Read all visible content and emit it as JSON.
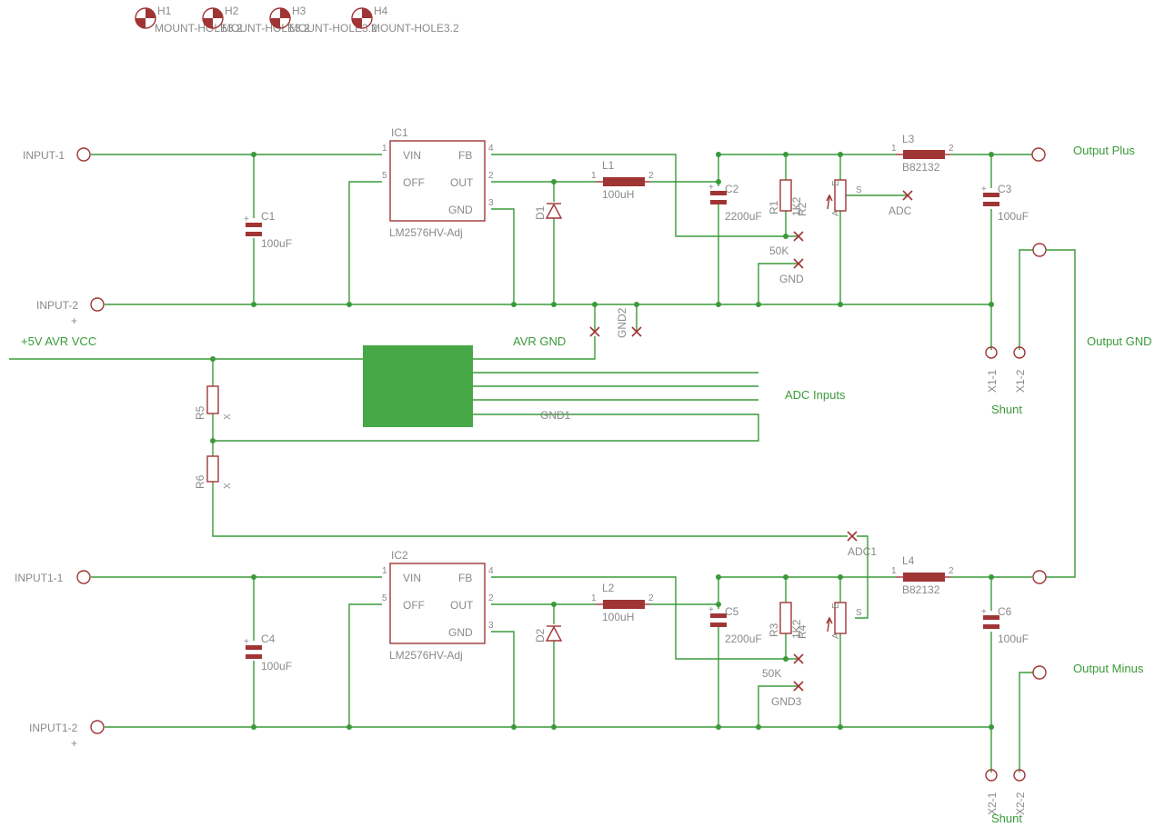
{
  "mount_holes": [
    {
      "name": "H1",
      "value": "MOUNT-HOLE3.2"
    },
    {
      "name": "H2",
      "value": "MOUNT-HOLE3.2"
    },
    {
      "name": "H3",
      "value": "MOUNT-HOLE3.2"
    },
    {
      "name": "H4",
      "value": "MOUNT-HOLE3.2"
    }
  ],
  "colors": {
    "wire": "#3a9a3a",
    "part": "#a03535",
    "text": "#8a8a8a",
    "avr_block": "#46a846"
  },
  "top_circuit": {
    "input1": "INPUT-1",
    "input2": "INPUT-2",
    "input2_pol": "+",
    "ic": {
      "name": "IC1",
      "value": "LM2576HV-Adj",
      "pins": {
        "vin": "VIN",
        "off": "OFF",
        "fb": "FB",
        "out": "OUT",
        "gnd": "GND"
      },
      "pin_nums": {
        "vin": "1",
        "off": "5",
        "fb": "4",
        "out": "2",
        "gnd": "3"
      }
    },
    "c_in": {
      "name": "C1",
      "value": "100uF"
    },
    "diode": {
      "name": "D1"
    },
    "inductor": {
      "name": "L1",
      "value": "100uH",
      "p1": "1",
      "p2": "2"
    },
    "c_out": {
      "name": "C2",
      "value": "2200uF"
    },
    "r_fb": {
      "name": "R1"
    },
    "r_pot": {
      "name": "R2",
      "value": "50K",
      "k": "1K2"
    },
    "adc": "ADC",
    "gnd_label": "GND",
    "filter": {
      "name": "L3",
      "value": "B82132",
      "p1": "1",
      "p2": "2"
    },
    "c_filter": {
      "name": "C3",
      "value": "100uF"
    },
    "output_plus": "Output Plus",
    "shunt": {
      "p1": "X1-1",
      "p2": "X1-2",
      "label": "Shunt"
    },
    "output_gnd": "Output GND",
    "gnd2": "GND2",
    "pot_pins": {
      "a": "A",
      "e": "E",
      "s": "S"
    }
  },
  "middle": {
    "avr_vcc": "+5V AVR VCC",
    "avr_gnd": "AVR GND",
    "adc_inputs": "ADC Inputs",
    "gnd1": "GND1",
    "r5": {
      "name": "R5",
      "x": "X"
    },
    "r6": {
      "name": "R6",
      "x": "X"
    },
    "adc1": "ADC1"
  },
  "bottom_circuit": {
    "input1": "INPUT1-1",
    "input2": "INPUT1-2",
    "input2_pol": "+",
    "ic": {
      "name": "IC2",
      "value": "LM2576HV-Adj",
      "pins": {
        "vin": "VIN",
        "off": "OFF",
        "fb": "FB",
        "out": "OUT",
        "gnd": "GND"
      },
      "pin_nums": {
        "vin": "1",
        "off": "5",
        "fb": "4",
        "out": "2",
        "gnd": "3"
      }
    },
    "c_in": {
      "name": "C4",
      "value": "100uF"
    },
    "diode": {
      "name": "D2"
    },
    "inductor": {
      "name": "L2",
      "value": "100uH",
      "p1": "1",
      "p2": "2"
    },
    "c_out": {
      "name": "C5",
      "value": "2200uF"
    },
    "r_fb": {
      "name": "R3"
    },
    "r_pot": {
      "name": "R4",
      "value": "50K",
      "k": "1K2"
    },
    "gnd_label": "GND3",
    "filter": {
      "name": "L4",
      "value": "B82132",
      "p1": "1",
      "p2": "2"
    },
    "c_filter": {
      "name": "C6",
      "value": "100uF"
    },
    "output_minus": "Output Minus",
    "shunt": {
      "p1": "X2-1",
      "p2": "X2-2",
      "label": "Shunt"
    },
    "pot_pins": {
      "a": "A",
      "e": "E",
      "s": "S"
    }
  }
}
